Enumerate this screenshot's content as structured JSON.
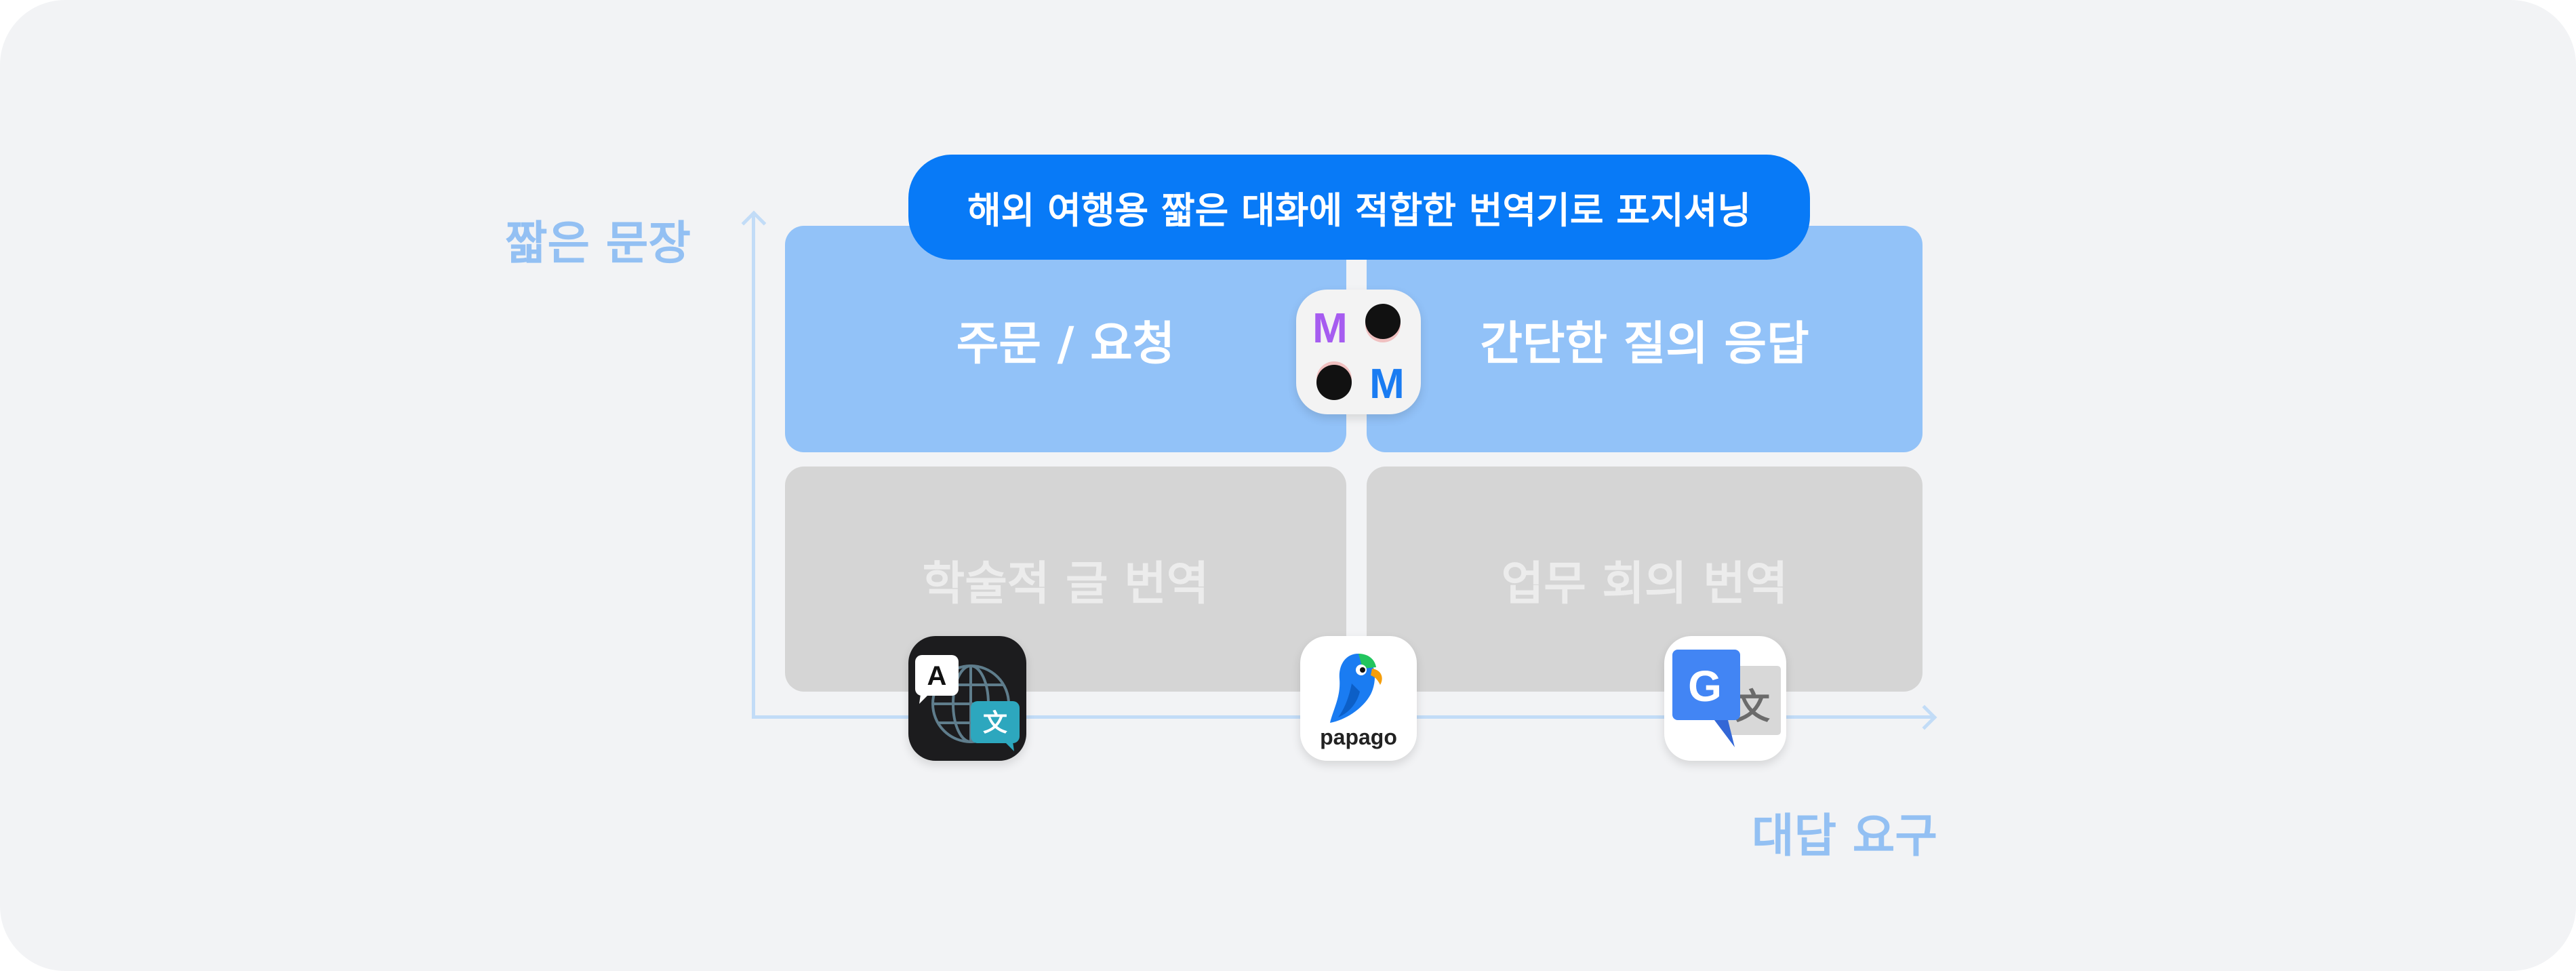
{
  "axes": {
    "y_label": "짧은 문장",
    "x_label": "대답 요구"
  },
  "callout": {
    "text": "해외 여행용 짧은 대화에 적합한 번역기로 포지셔닝"
  },
  "quadrants": {
    "top_left": "주문 / 요청",
    "top_right": "간단한 질의 응답",
    "bottom_left": "학술적 글 번역",
    "bottom_right": "업무 회의 번역"
  },
  "apps": {
    "mm": {
      "letter_1": "M",
      "letter_2": "M",
      "colors": [
        "#a65cf0",
        "#1a7cf2"
      ]
    },
    "translate": {
      "letter_a": "A",
      "letter_wen": "文"
    },
    "papago": {
      "wordmark": "papago"
    },
    "google": {
      "letter_g": "G",
      "letter_wen": "文",
      "color": "#4285f4"
    }
  },
  "colors": {
    "accent": "#087af7",
    "active_quadrant": "#92c2f8",
    "inactive_quadrant": "#d5d5d5",
    "axis": "#c2dcf7",
    "axis_label": "#93c0f3"
  }
}
